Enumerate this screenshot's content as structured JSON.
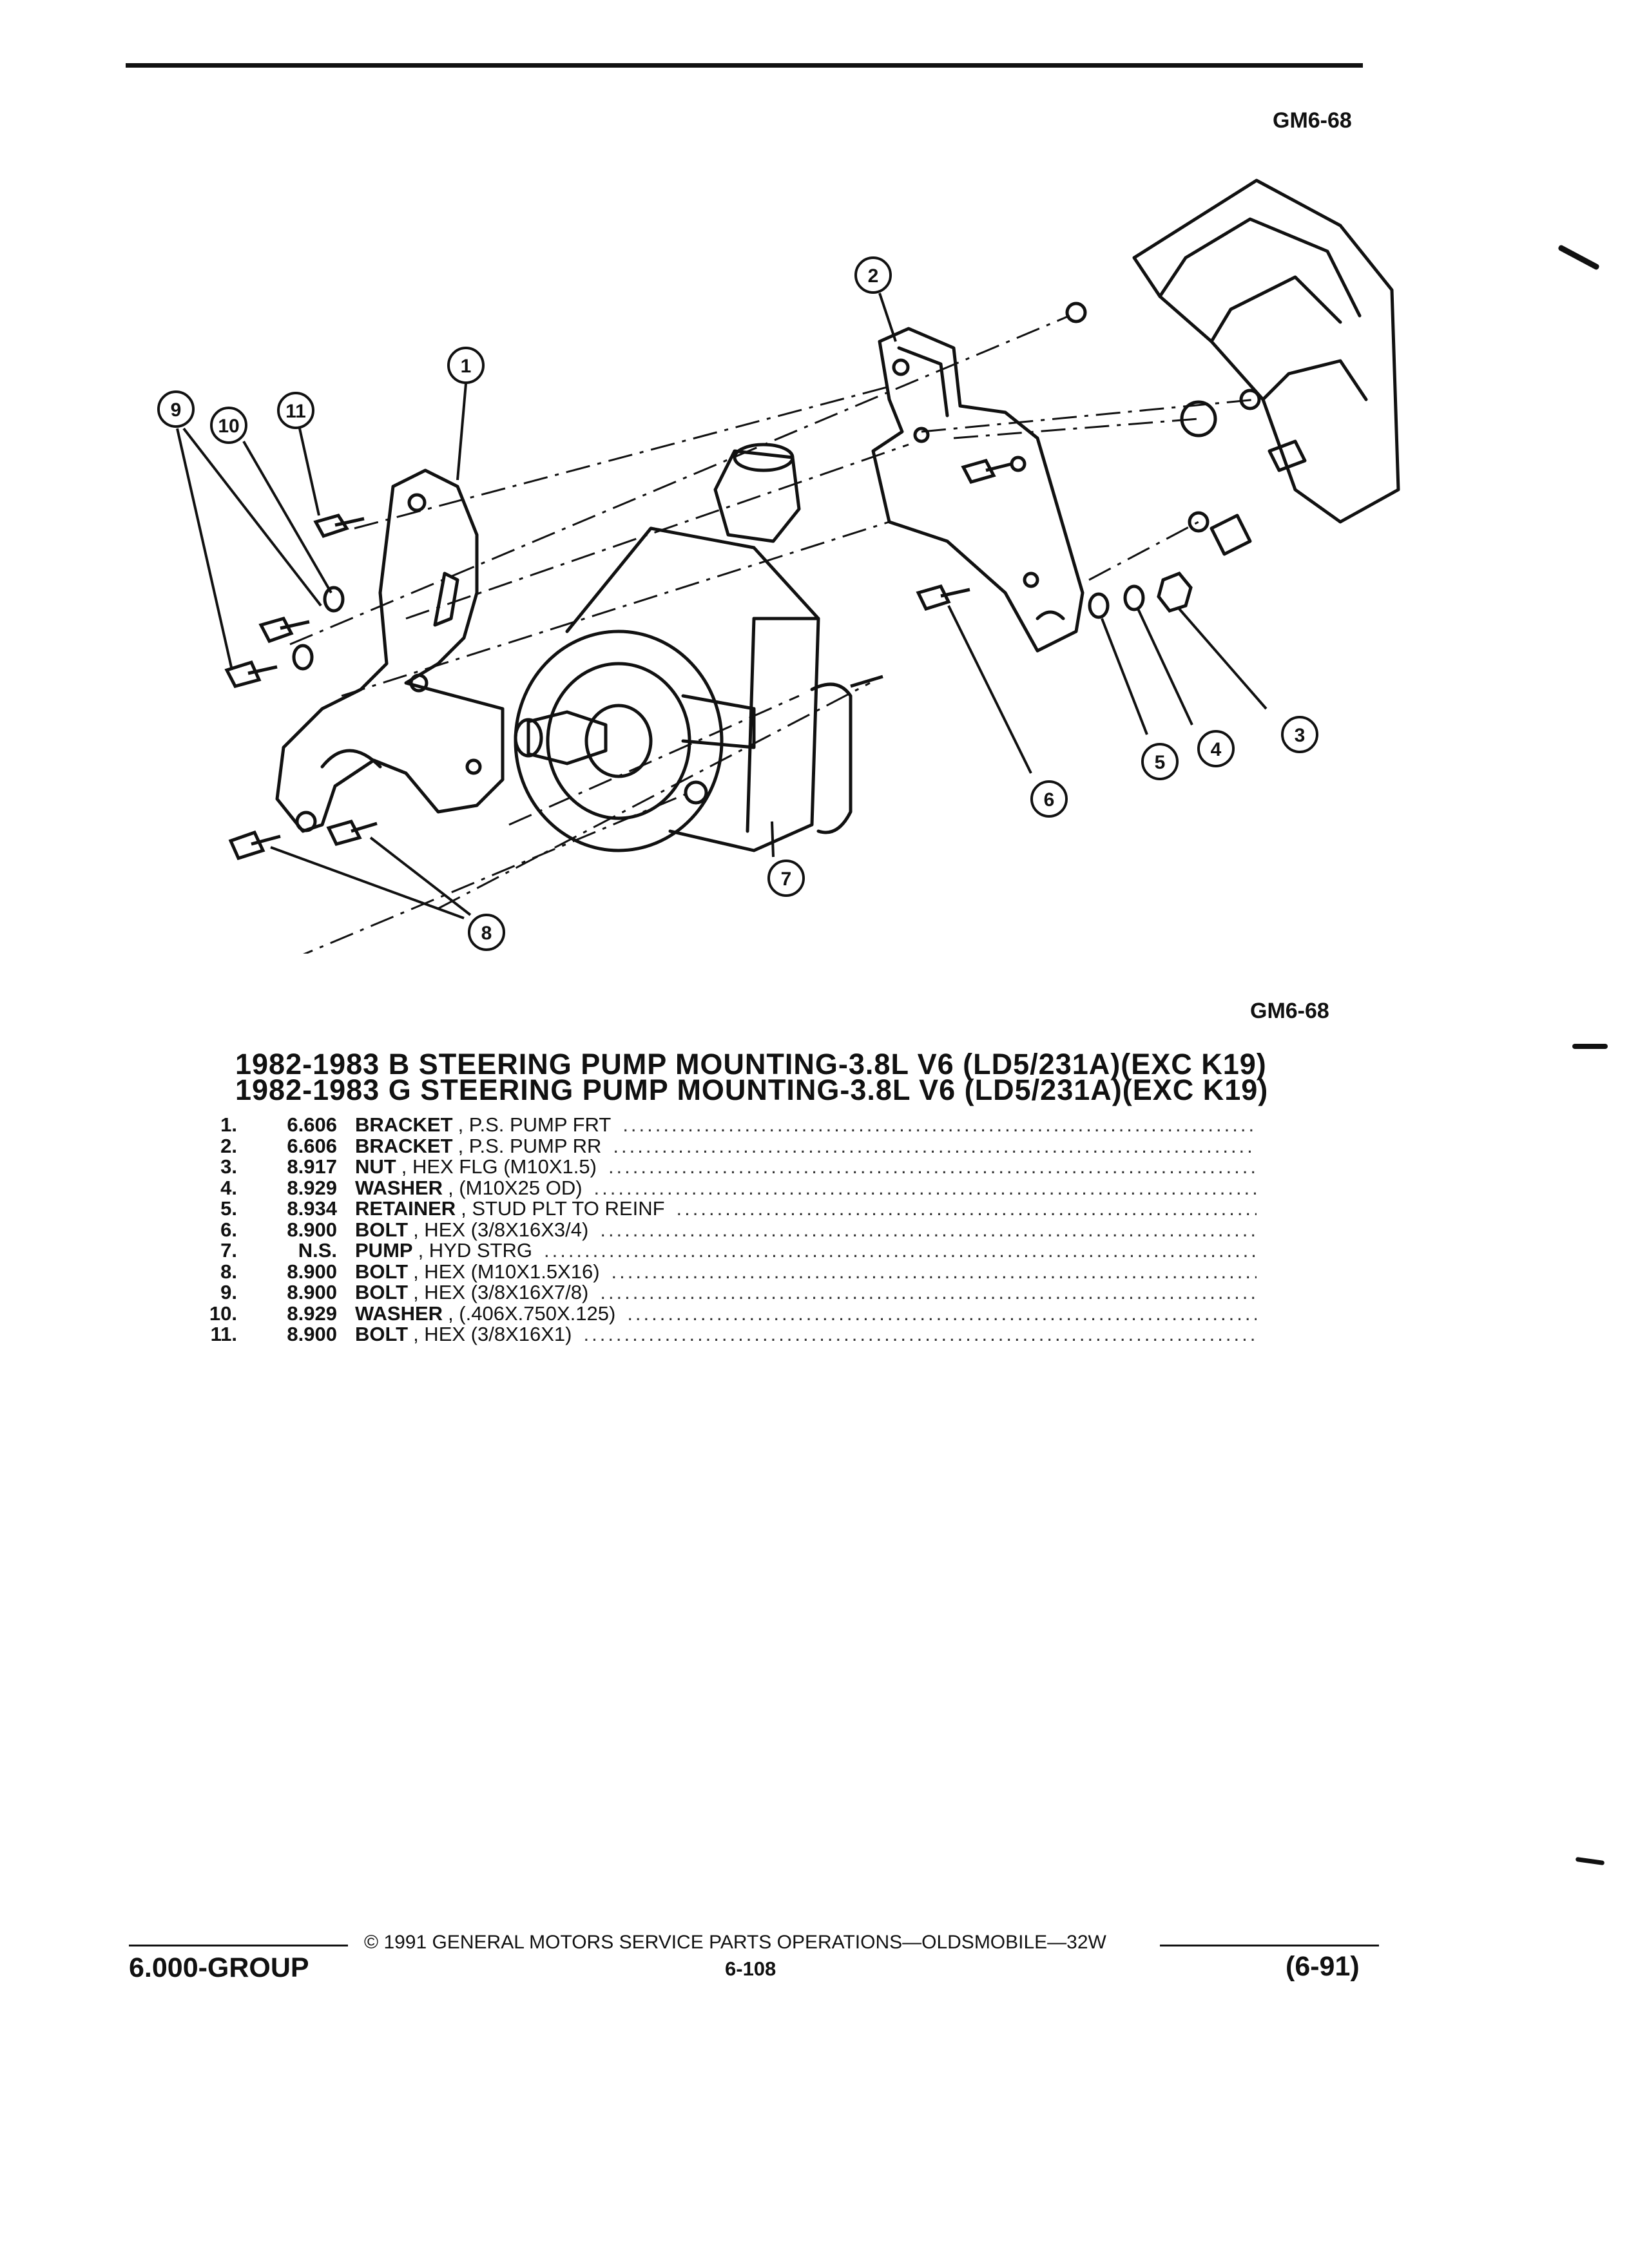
{
  "figure_code_top": "GM6-68",
  "figure_code_bottom": "GM6-68",
  "titles": [
    "1982-1983 B STEERING PUMP MOUNTING-3.8L V6 (LD5/231A)(EXC K19)",
    "1982-1983 G STEERING PUMP MOUNTING-3.8L V6 (LD5/231A)(EXC K19)"
  ],
  "callouts": [
    "1",
    "2",
    "3",
    "4",
    "5",
    "6",
    "7",
    "8",
    "9",
    "10",
    "11"
  ],
  "parts": [
    {
      "num": "1.",
      "code": "6.606",
      "name": "BRACKET",
      "desc": ", P.S. PUMP FRT"
    },
    {
      "num": "2.",
      "code": "6.606",
      "name": "BRACKET",
      "desc": ", P.S. PUMP RR"
    },
    {
      "num": "3.",
      "code": "8.917",
      "name": "NUT",
      "desc": ", HEX FLG (M10X1.5)"
    },
    {
      "num": "4.",
      "code": "8.929",
      "name": "WASHER",
      "desc": ", (M10X25 OD)"
    },
    {
      "num": "5.",
      "code": "8.934",
      "name": "RETAINER",
      "desc": ", STUD PLT TO REINF"
    },
    {
      "num": "6.",
      "code": "8.900",
      "name": "BOLT",
      "desc": ", HEX (3/8X16X3/4)"
    },
    {
      "num": "7.",
      "code": "N.S.",
      "name": "PUMP",
      "desc": ", HYD STRG"
    },
    {
      "num": "8.",
      "code": "8.900",
      "name": "BOLT",
      "desc": ", HEX (M10X1.5X16)"
    },
    {
      "num": "9.",
      "code": "8.900",
      "name": "BOLT",
      "desc": ", HEX (3/8X16X7/8)"
    },
    {
      "num": "10.",
      "code": "8.929",
      "name": "WASHER",
      "desc": ", (.406X.750X.125)"
    },
    {
      "num": "11.",
      "code": "8.900",
      "name": "BOLT",
      "desc": ", HEX (3/8X16X1)"
    }
  ],
  "footer": {
    "copyright": "© 1991 GENERAL MOTORS SERVICE PARTS OPERATIONS—OLDSMOBILE—32W",
    "group": "6.000-GROUP",
    "page": "6-108",
    "date_code": "(6-91)"
  }
}
